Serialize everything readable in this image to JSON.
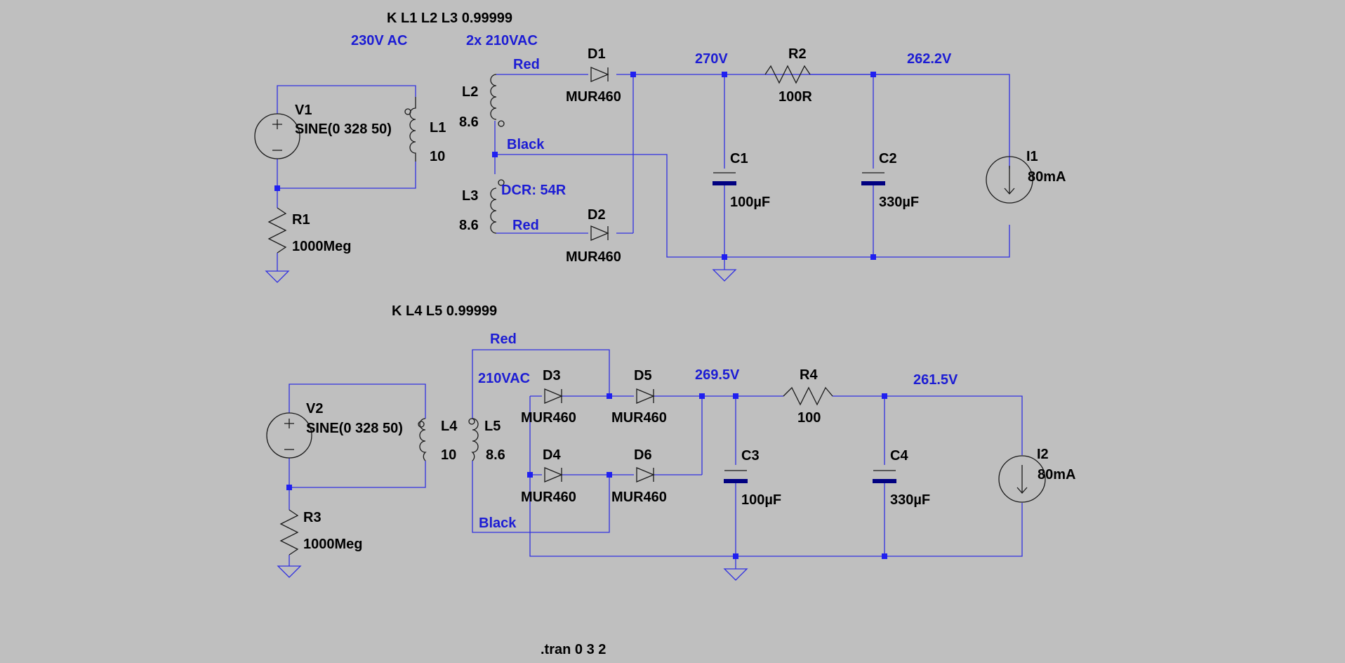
{
  "commands": {
    "k_top": "K L1 L2 L3 0.99999",
    "k_bottom": "K L4 L5 0.99999",
    "tran": ".tran 0 3 2"
  },
  "top": {
    "annotations": {
      "input": "230V AC",
      "secondary": "2x 210VAC",
      "red1": "Red",
      "black": "Black",
      "dcr": "DCR: 54R",
      "red2": "Red",
      "node_rect": "270V",
      "node_out": "262.2V"
    },
    "V1": {
      "name": "V1",
      "value": "SINE(0 328 50)"
    },
    "L1": {
      "name": "L1",
      "value": "10"
    },
    "L2": {
      "name": "L2",
      "value": "8.6"
    },
    "L3": {
      "name": "L3",
      "value": "8.6"
    },
    "R1": {
      "name": "R1",
      "value": "1000Meg"
    },
    "D1": {
      "name": "D1",
      "value": "MUR460"
    },
    "D2": {
      "name": "D2",
      "value": "MUR460"
    },
    "R2": {
      "name": "R2",
      "value": "100R"
    },
    "C1": {
      "name": "C1",
      "value": "100µF"
    },
    "C2": {
      "name": "C2",
      "value": "330µF"
    },
    "I1": {
      "name": "I1",
      "value": "80mA"
    }
  },
  "bottom": {
    "annotations": {
      "red": "Red",
      "secondary": "210VAC",
      "black": "Black",
      "node_rect": "269.5V",
      "node_out": "261.5V"
    },
    "V2": {
      "name": "V2",
      "value": "SINE(0 328 50)"
    },
    "L4": {
      "name": "L4",
      "value": "10"
    },
    "L5": {
      "name": "L5",
      "value": "8.6"
    },
    "R3": {
      "name": "R3",
      "value": "1000Meg"
    },
    "D3": {
      "name": "D3",
      "value": "MUR460"
    },
    "D4": {
      "name": "D4",
      "value": "MUR460"
    },
    "D5": {
      "name": "D5",
      "value": "MUR460"
    },
    "D6": {
      "name": "D6",
      "value": "MUR460"
    },
    "R4": {
      "name": "R4",
      "value": "100"
    },
    "C3": {
      "name": "C3",
      "value": "100µF"
    },
    "C4": {
      "name": "C4",
      "value": "330µF"
    },
    "I2": {
      "name": "I2",
      "value": "80mA"
    }
  }
}
